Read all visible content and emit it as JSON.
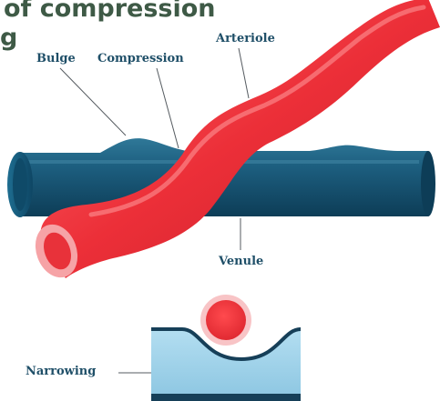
{
  "title": {
    "line1": "of compression",
    "line2": "g"
  },
  "labels": {
    "bulge": "Bulge",
    "compression": "Compression",
    "arteriole": "Arteriole",
    "venule": "Venule",
    "narrowing": "Narrowing"
  },
  "colors": {
    "title": "#3e5a46",
    "label": "#1f4f68",
    "venule": "#1a5a7a",
    "arteriole": "#e8323a",
    "cross_section": "#9fd0e8"
  }
}
